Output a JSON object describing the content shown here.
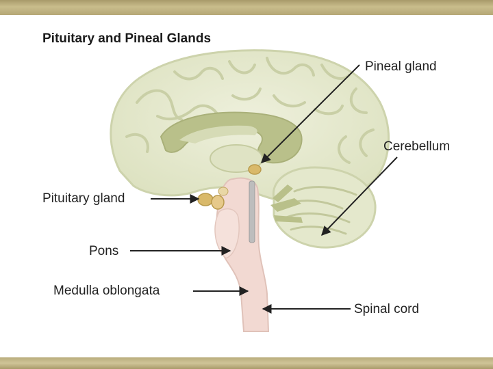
{
  "figure": {
    "title": "Pituitary and Pineal Glands",
    "labels": {
      "pineal_gland": "Pineal gland",
      "cerebellum": "Cerebellum",
      "pituitary_gland": "Pituitary gland",
      "pons": "Pons",
      "medulla_oblongata": "Medulla oblongata",
      "spinal_cord": "Spinal cord"
    }
  },
  "colors": {
    "frame_bar": "#c2b584",
    "brain_tissue": "#e6e9cf",
    "brain_fold": "#cdd3ac",
    "ventricle": "#b9c08a",
    "brainstem": "#f2d9d2",
    "gland": "#d9b96a",
    "arrow": "#222222"
  }
}
